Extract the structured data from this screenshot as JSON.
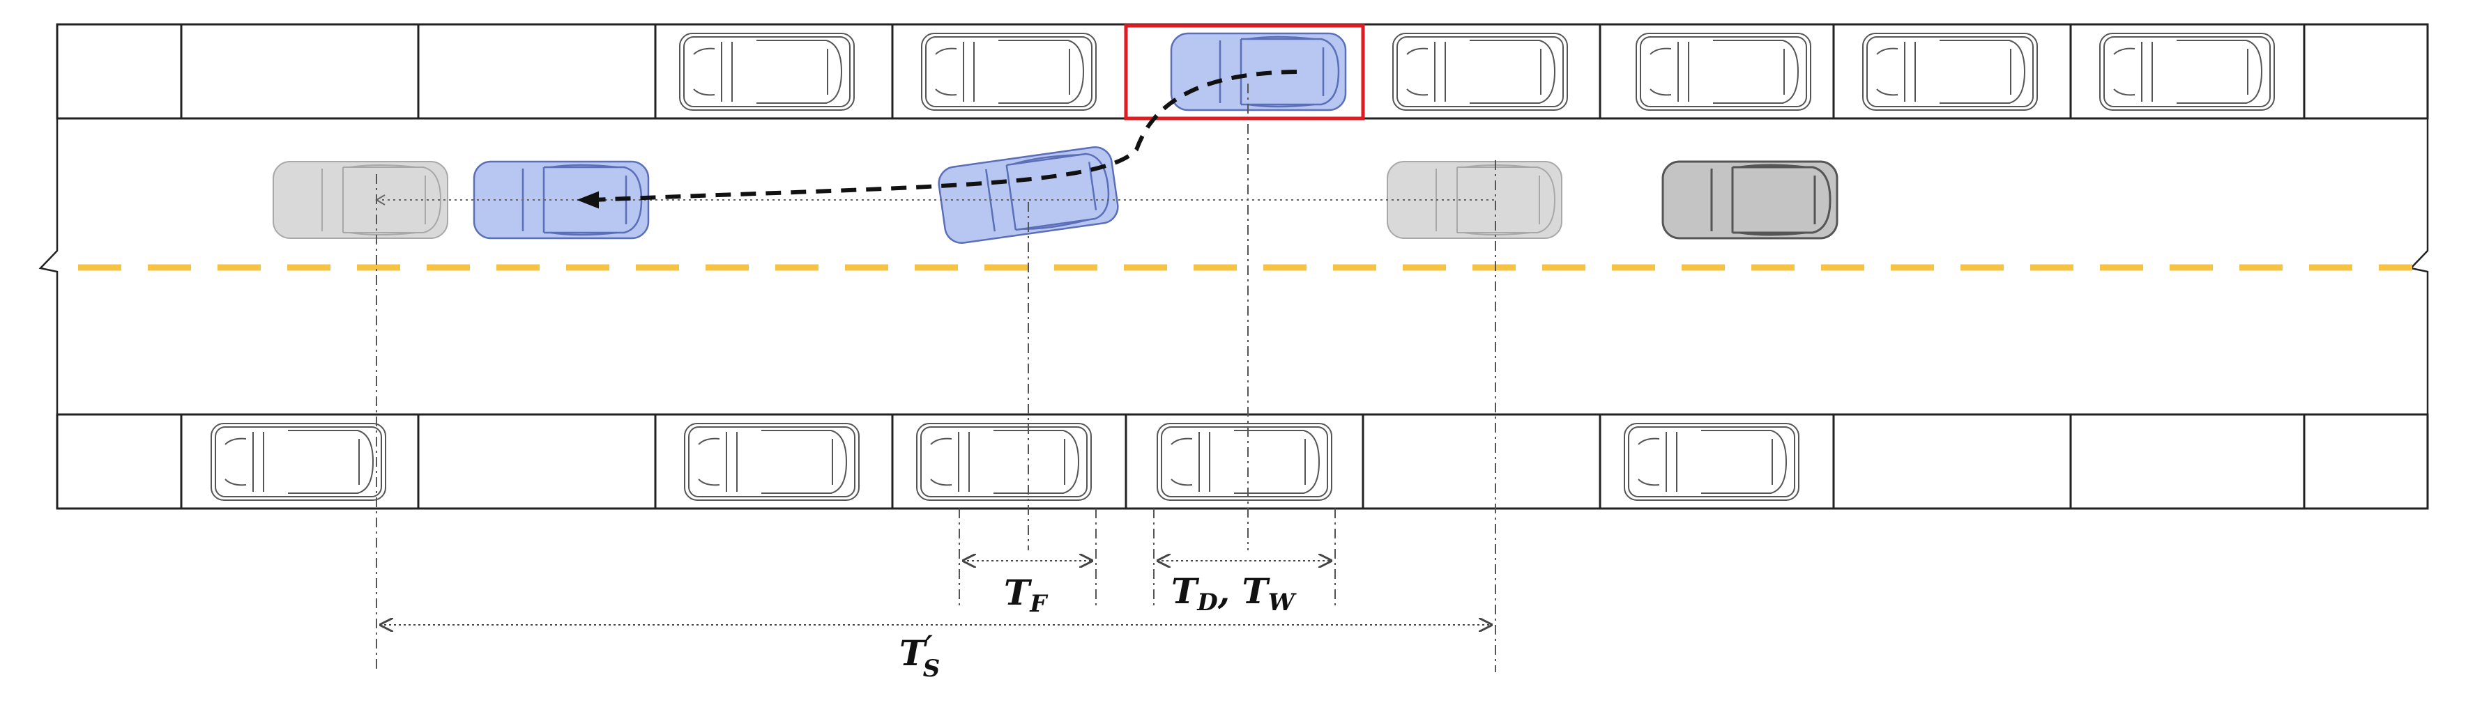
{
  "labels": {
    "tf": {
      "main": "T",
      "sub": "F"
    },
    "td_tw": {
      "main1": "T",
      "sub1": "D",
      "sep": ", ",
      "main2": "T",
      "sub2": "W"
    },
    "ts_prime": {
      "main": "T",
      "prime": "′",
      "sub": "S"
    }
  },
  "colors": {
    "background": "#ffffff",
    "outline": "#222222",
    "road_fill": "#ffffff",
    "center_line": "#f5c242",
    "maneuvering_vehicle": "#b8c6f2",
    "maneuvering_vehicle_stroke": "#5a6fb8",
    "ghost_vehicle": "#d9d9d9",
    "ghost_vehicle_stroke": "#a8a8a8",
    "other_vehicle": "#c4c4c4",
    "other_vehicle_stroke": "#555555",
    "parked_vehicle_stroke": "#555555",
    "highlight_box": "#e11b22",
    "trajectory": "#111111",
    "dimension_line": "#444444"
  },
  "icons": {
    "parked_car": "car-outline-icon",
    "moving_car": "car-icon",
    "arrow_head": "arrow-left-icon"
  }
}
